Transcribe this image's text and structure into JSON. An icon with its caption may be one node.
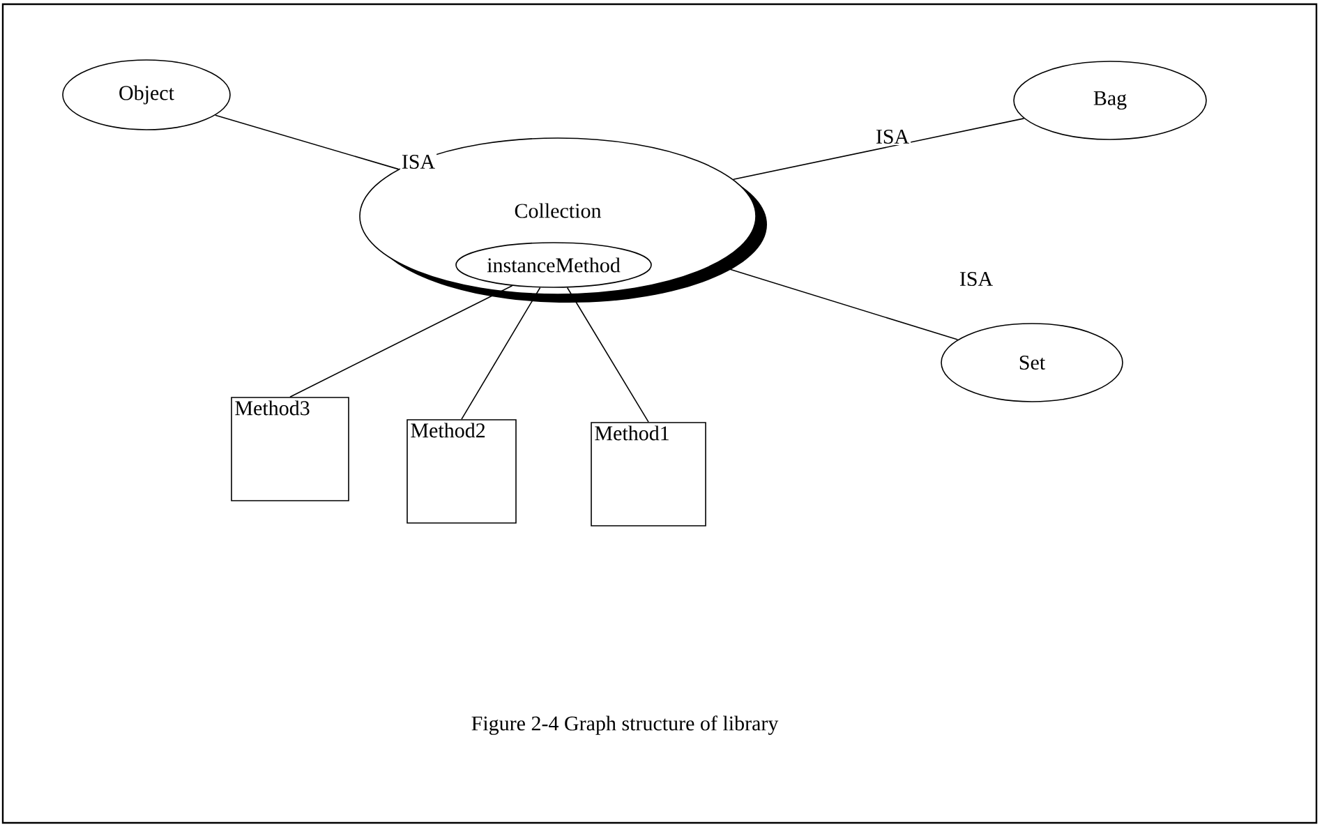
{
  "diagram": {
    "caption": "Figure 2-4 Graph structure of library",
    "nodes": [
      {
        "text": [
          "Object"
        ]
      },
      {
        "text": [
          "Collection"
        ]
      },
      {
        "text": [
          "instanceMethod"
        ],
        "in": 1
      },
      {
        "text": [
          "Bag"
        ]
      },
      {
        "text": [
          "Set"
        ]
      },
      {
        "text": [
          "Method3"
        ]
      },
      {
        "text": [
          "Method2"
        ]
      },
      {
        "text": [
          "Method1"
        ]
      }
    ],
    "edges": [
      {
        "from": 0,
        "to": 1,
        "arrow": "none",
        "label": "ISA"
      },
      {
        "from": 1,
        "to": 3,
        "arrow": "none",
        "label": "ISA"
      },
      {
        "from": 1,
        "to": 4,
        "arrow": "none",
        "label": "ISA"
      },
      {
        "from": 2,
        "to": 5,
        "arrow": "none"
      },
      {
        "from": 2,
        "to": 6,
        "arrow": "none"
      },
      {
        "from": 2,
        "to": 7,
        "arrow": "none"
      }
    ]
  }
}
